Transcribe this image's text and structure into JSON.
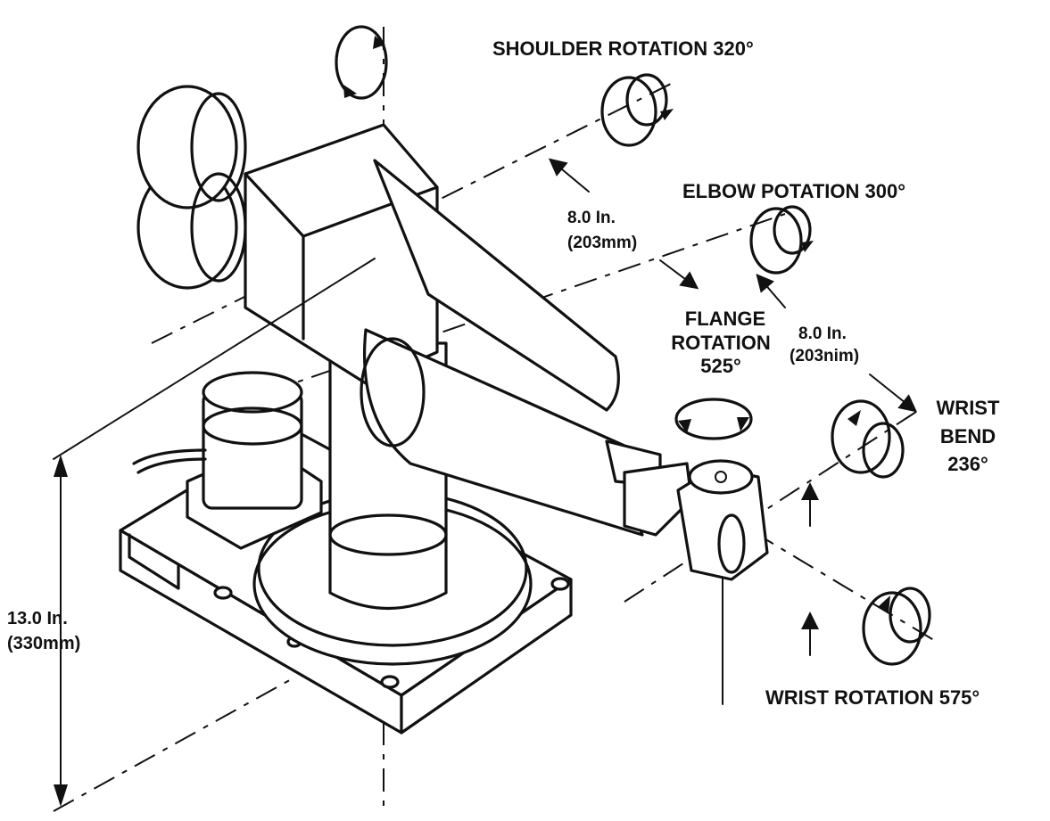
{
  "labels": {
    "shoulder": "SHOULDER ROTATION 320°",
    "elbow": "ELBOW POTATION 300°",
    "upper_arm_len_in": "8.0 In.",
    "upper_arm_len_mm": "(203mm)",
    "forearm_len_in": "8.0 In.",
    "forearm_len_mm": "(203nim)",
    "flange_line1": "FLANGE",
    "flange_line2": "ROTATION",
    "flange_line3": "525°",
    "wrist_bend_line1": "WRIST",
    "wrist_bend_line2": "BEND",
    "wrist_bend_line3": "236°",
    "height_in": "13.0 In.",
    "height_mm": "(330mm)",
    "wrist_rotation": "WRIST ROTATION 575°"
  }
}
